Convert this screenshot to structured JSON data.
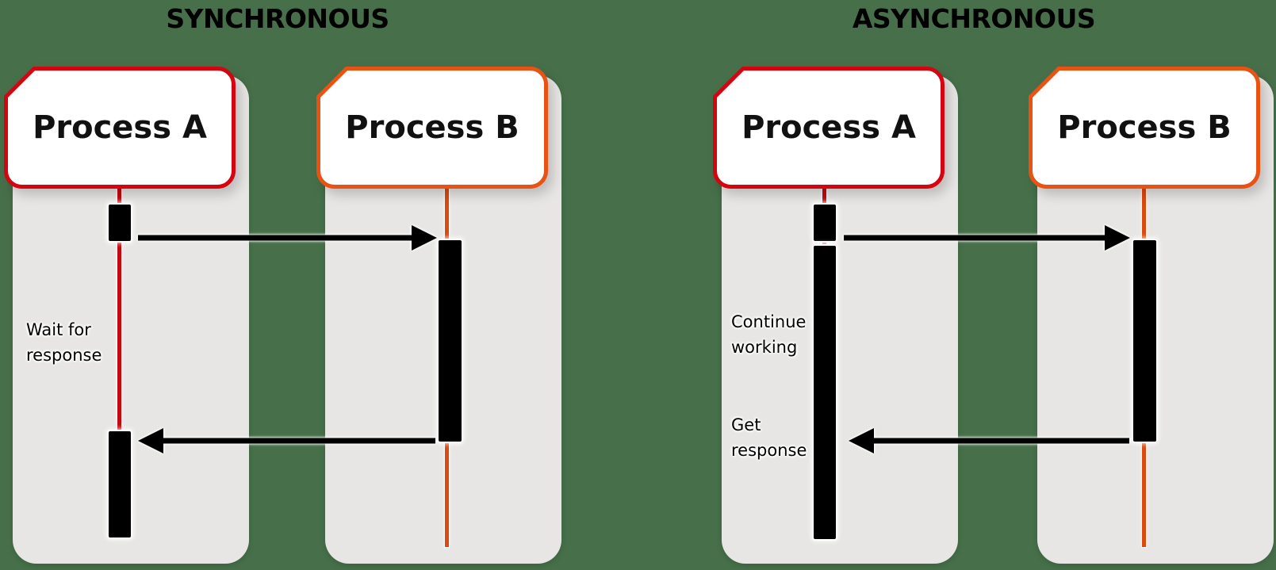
{
  "diagram_type": "sequence-comparison",
  "colors": {
    "background": "#47704a",
    "lane": "#e7e6e4",
    "box_fill": "#ffffff",
    "process_a_border": "#d40511",
    "process_b_border": "#e85213",
    "lifeline_a": "#c6080f",
    "lifeline_b": "#dd4a0d",
    "activation_bar": "#000000",
    "arrow": "#000000",
    "text": "#000000"
  },
  "panels": [
    {
      "title": "SYNCHRONOUS",
      "processes": [
        {
          "name": "Process A"
        },
        {
          "name": "Process B"
        }
      ],
      "messages": [
        {
          "from": "Process A",
          "to": "Process B",
          "direction": "right"
        },
        {
          "from": "Process B",
          "to": "Process A",
          "direction": "left"
        }
      ],
      "annotations": [
        {
          "line1": "Wait for",
          "line2": "response"
        }
      ]
    },
    {
      "title": "ASYNCHRONOUS",
      "processes": [
        {
          "name": "Process A"
        },
        {
          "name": "Process B"
        }
      ],
      "messages": [
        {
          "from": "Process A",
          "to": "Process B",
          "direction": "right"
        },
        {
          "from": "Process B",
          "to": "Process A",
          "direction": "left"
        }
      ],
      "annotations": [
        {
          "line1": "Continue",
          "line2": "working"
        },
        {
          "line1": "Get",
          "line2": "response"
        }
      ]
    }
  ]
}
